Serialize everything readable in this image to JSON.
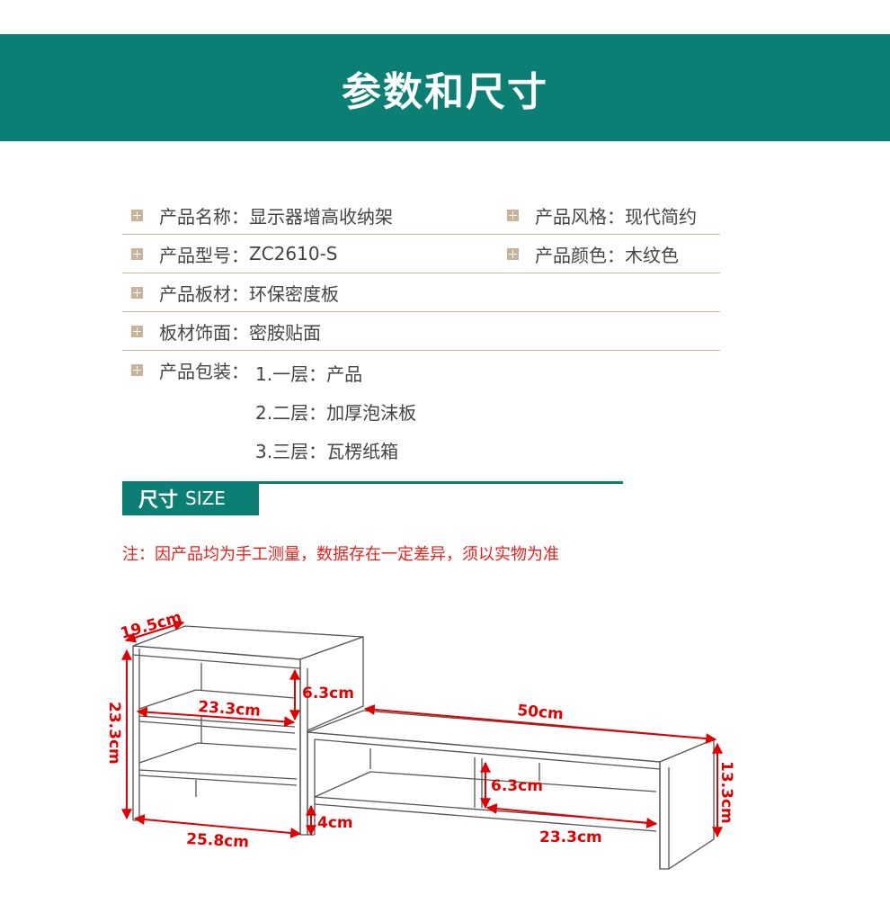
{
  "header": {
    "title": "参数和尺寸"
  },
  "specs": {
    "name": {
      "label": "产品名称：",
      "value": "显示器增高收纳架"
    },
    "style": {
      "label": "产品风格：",
      "value": "现代简约"
    },
    "model": {
      "label": "产品型号：",
      "value": "ZC2610-S"
    },
    "color": {
      "label": "产品颜色：",
      "value": "木纹色"
    },
    "material": {
      "label": "产品板材：",
      "value": "环保密度板"
    },
    "finish": {
      "label": "板材饰面：",
      "value": "密胺贴面"
    },
    "packaging": {
      "label": "产品包装：",
      "lines": [
        "1.一层：产品",
        "2.二层：加厚泡沫板",
        "3.三层：瓦楞纸箱"
      ]
    }
  },
  "size_section": {
    "title": "尺寸",
    "subtitle": "SIZE"
  },
  "note": "注：因产品均为手工测量，数据存在一定差异，须以实物为准",
  "dimensions": {
    "depth": "19.5cm",
    "tower_height": "23.3cm",
    "tower_inner_width": "23.3cm",
    "tower_gap": "6.3cm",
    "tower_width": "25.8cm",
    "base_width": "50cm",
    "base_height": "13.3cm",
    "base_gap": "6.3cm",
    "base_inner_width": "23.3cm",
    "foot_height": "4cm"
  },
  "colors": {
    "brand": "#0b7f73",
    "note": "#e8211b",
    "dimension": "#e00000"
  }
}
